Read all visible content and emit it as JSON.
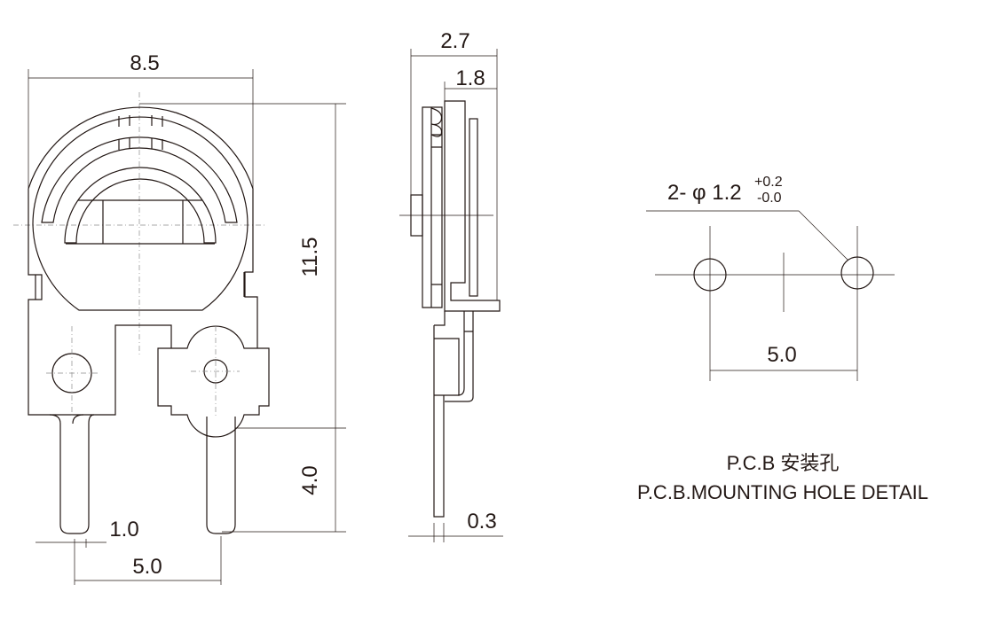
{
  "front_view": {
    "width_dim": "8.5",
    "height_dim": "11.5",
    "pin_length_dim": "4.0",
    "pin_width_dim": "1.0",
    "pin_pitch_dim": "5.0"
  },
  "side_view": {
    "depth_dim": "2.7",
    "body_depth_dim": "1.8",
    "pin_thickness_dim": "0.3"
  },
  "mounting_detail": {
    "hole_spec": "2- φ 1.2",
    "tol_plus": "+0.2",
    "tol_minus": "-0.0",
    "hole_pitch_dim": "5.0",
    "caption_cn": "P.C.B 安装孔",
    "caption_en": "P.C.B.MOUNTING HOLE DETAIL"
  },
  "colors": {
    "line": "#231815",
    "centerline": "#8a8a8a"
  }
}
